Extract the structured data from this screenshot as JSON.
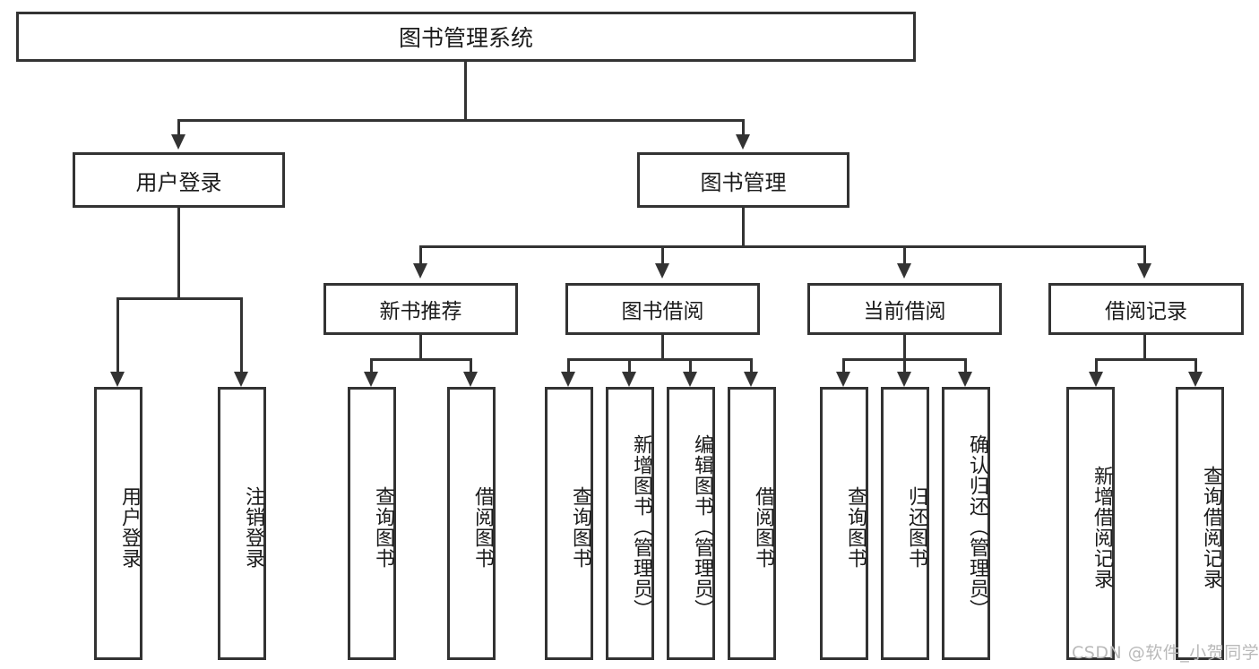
{
  "diagram": {
    "type": "tree-hierarchy",
    "title": "图书管理系统",
    "watermark": "CSDN @软件_小贺同学",
    "colors": {
      "stroke": "#333333",
      "fill": "#ffffff",
      "text": "#1b1b1b",
      "watermark": "#b9b9b9"
    },
    "root": {
      "label": "图书管理系统"
    },
    "level2": [
      {
        "id": "user-login",
        "label": "用户登录"
      },
      {
        "id": "book-manage",
        "label": "图书管理"
      }
    ],
    "level3": [
      {
        "id": "new-book-recommend",
        "label": "新书推荐",
        "parent": "book-manage"
      },
      {
        "id": "book-borrow",
        "label": "图书借阅",
        "parent": "book-manage"
      },
      {
        "id": "current-borrow",
        "label": "当前借阅",
        "parent": "book-manage"
      },
      {
        "id": "borrow-record",
        "label": "借阅记录",
        "parent": "book-manage"
      }
    ],
    "leaves": {
      "user-login": [
        {
          "id": "leaf-user-login",
          "label": "用户登录"
        },
        {
          "id": "leaf-logout",
          "label": "注销登录"
        }
      ],
      "new-book-recommend": [
        {
          "id": "leaf-query-book-1",
          "label": "查询图书"
        },
        {
          "id": "leaf-borrow-book-1",
          "label": "借阅图书"
        }
      ],
      "book-borrow": [
        {
          "id": "leaf-query-book-2",
          "label": "查询图书"
        },
        {
          "id": "leaf-add-book",
          "label": "新增图书（管理员）"
        },
        {
          "id": "leaf-edit-book",
          "label": "编辑图书（管理员）"
        },
        {
          "id": "leaf-borrow-book-2",
          "label": "借阅图书"
        }
      ],
      "current-borrow": [
        {
          "id": "leaf-query-book-3",
          "label": "查询图书"
        },
        {
          "id": "leaf-return-book",
          "label": "归还图书"
        },
        {
          "id": "leaf-confirm-return",
          "label": "确认归还（管理员）"
        }
      ],
      "borrow-record": [
        {
          "id": "leaf-add-record",
          "label": "新增借阅记录"
        },
        {
          "id": "leaf-query-record",
          "label": "查询借阅记录"
        }
      ]
    }
  }
}
